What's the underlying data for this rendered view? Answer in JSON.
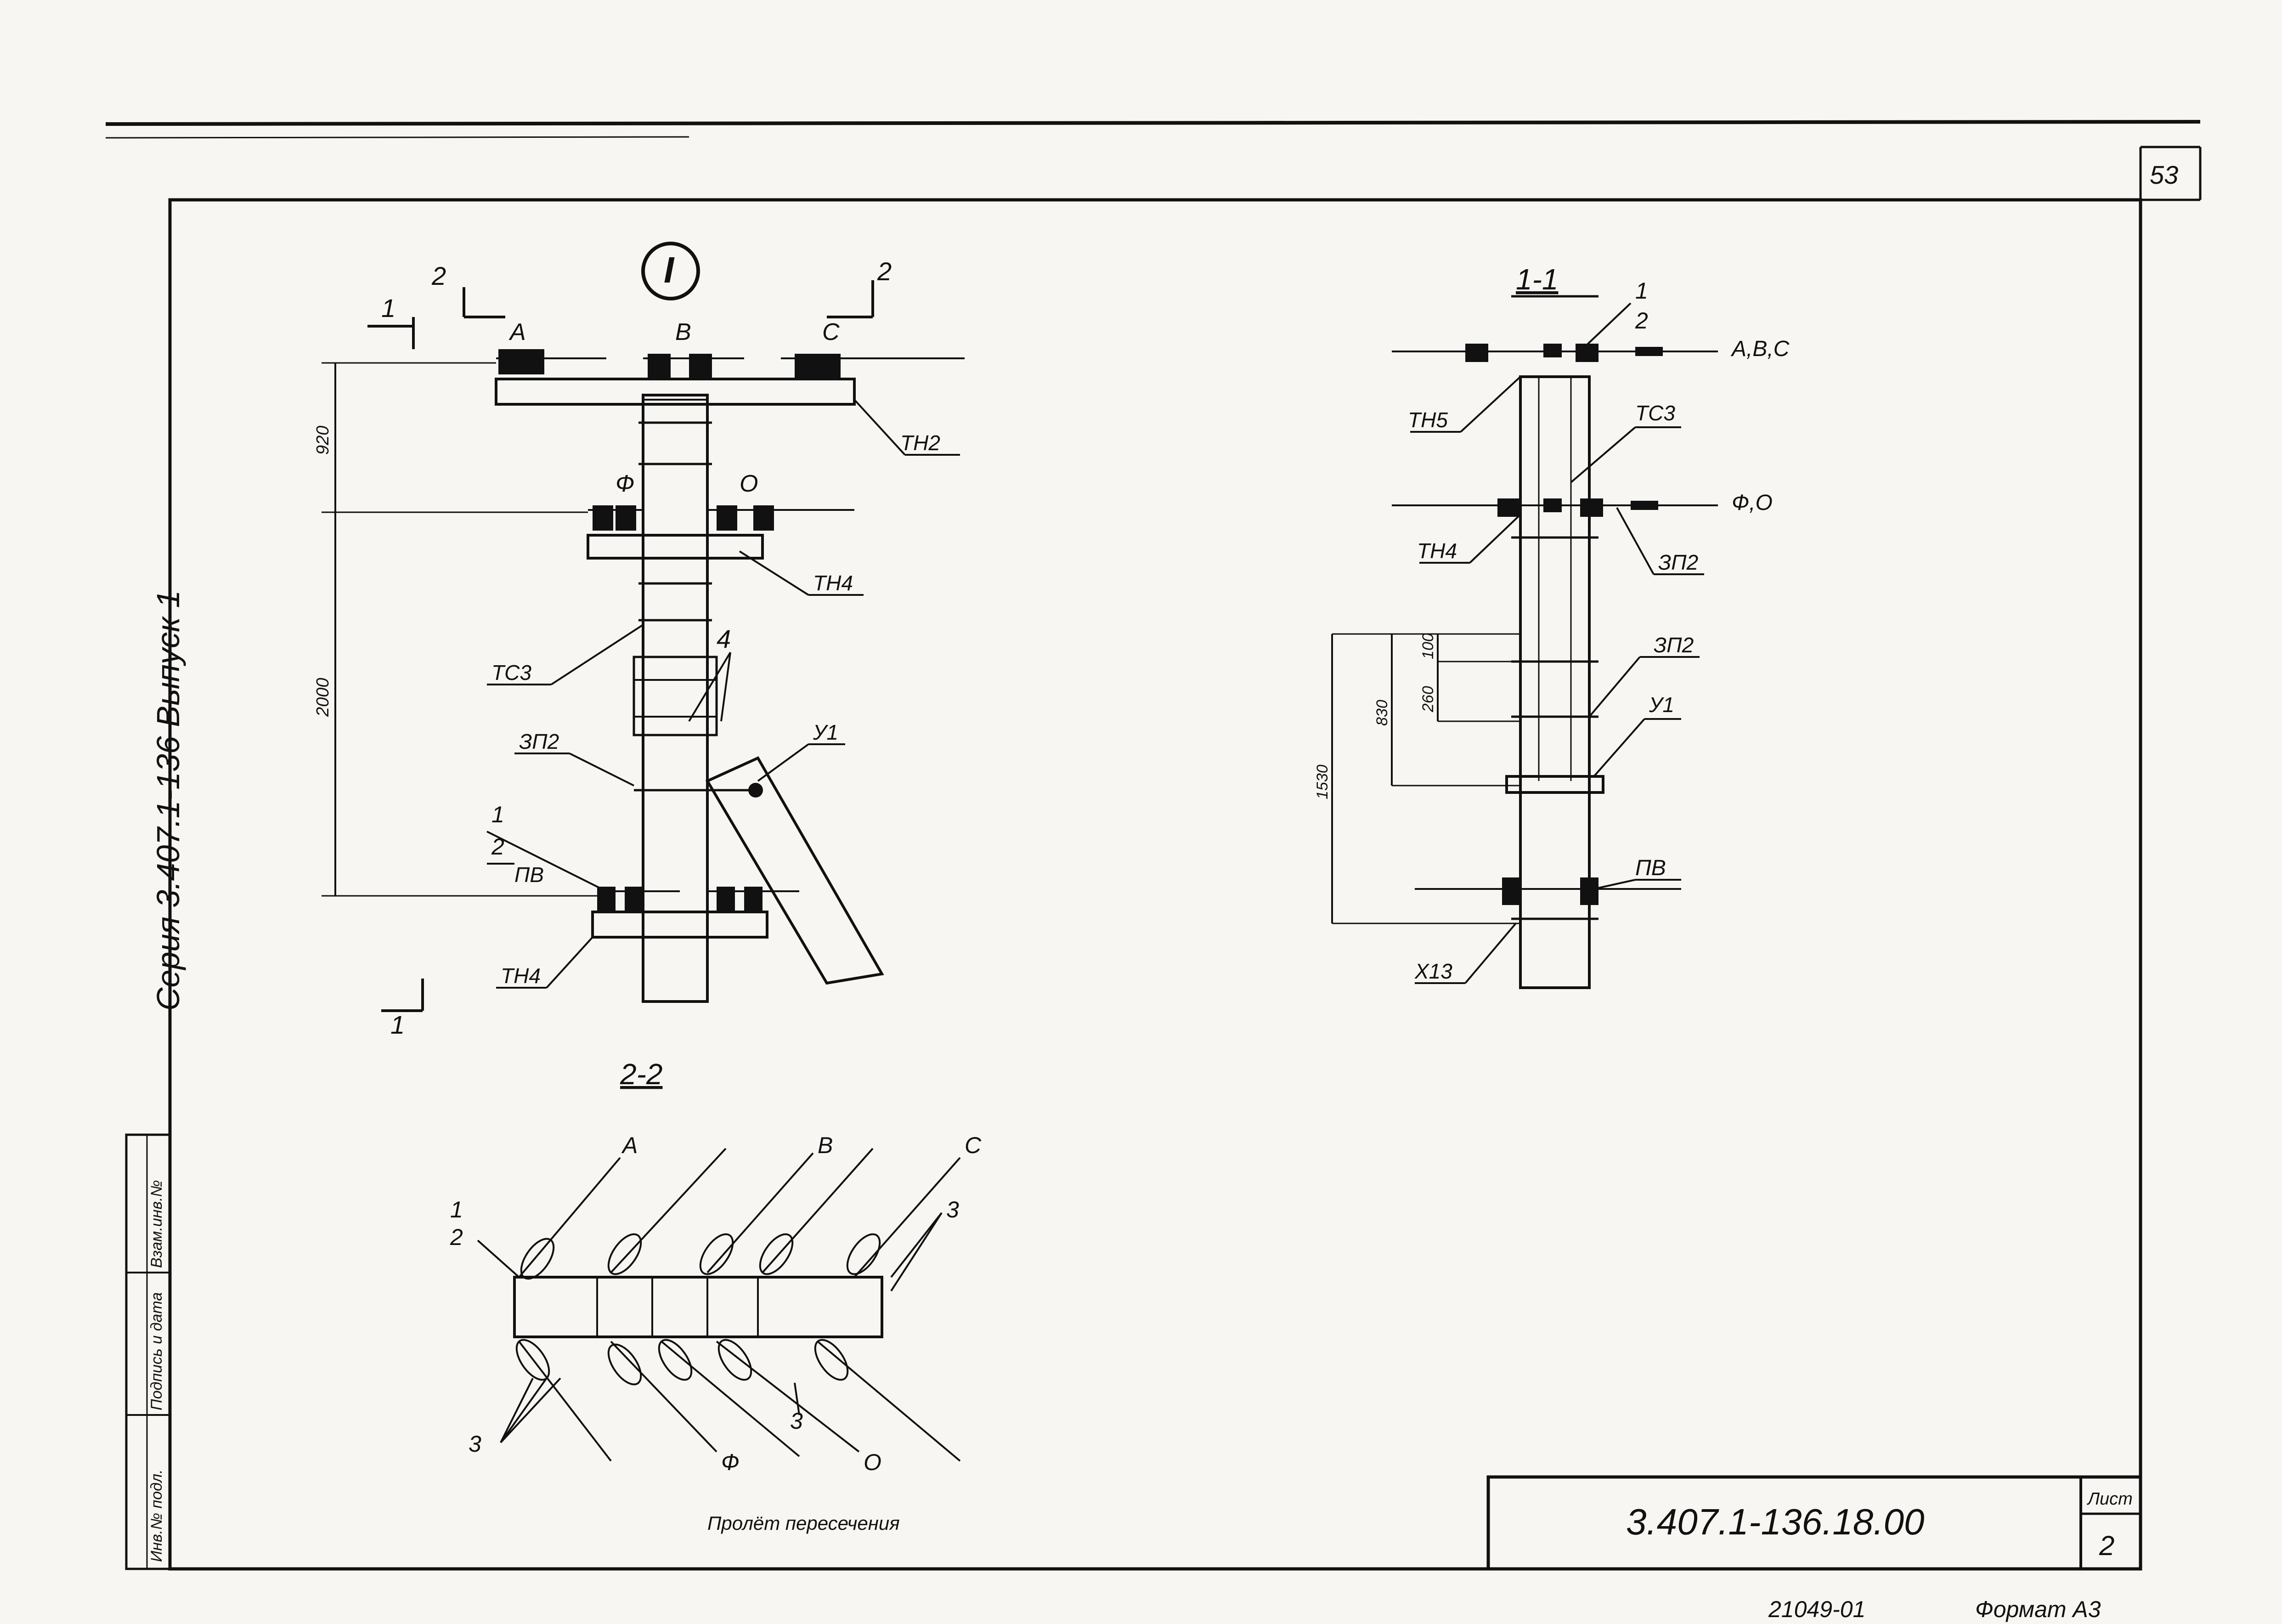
{
  "sheet_corner_number": "53",
  "side_text": "Серия 3.407.1-136 Выпуск 1",
  "side_stamp": {
    "col1": "Инв.№ подл.",
    "col2": "Подпись и дата",
    "col3": "Взам.инв.№"
  },
  "view_main": {
    "marker": "I",
    "phases_top": [
      "А",
      "В",
      "С"
    ],
    "phases_mid": [
      "Ф",
      "О"
    ],
    "bottom_label": "ПВ",
    "cut_labels": [
      "1",
      "2",
      "2",
      "1"
    ],
    "dims": [
      "920",
      "2000"
    ],
    "callouts": [
      "ТН2",
      "ТН4",
      "ТС3",
      "4",
      "ЗП2",
      "У1",
      "ТН4"
    ],
    "frac_num": "1",
    "frac_den": "2"
  },
  "view_1_1": {
    "title": "1-1",
    "right_labels": [
      "А,В,С",
      "Ф,О",
      "ПВ"
    ],
    "callouts": [
      "ТН5",
      "ТС3",
      "ТН4",
      "ЗП2",
      "ЗП2",
      "У1",
      "Х13"
    ],
    "dims": [
      "100",
      "260",
      "830",
      "1530"
    ],
    "frac_num": "1",
    "frac_den": "2"
  },
  "view_2_2": {
    "title": "2-2",
    "phases": [
      "А",
      "В",
      "С",
      "Ф",
      "О"
    ],
    "callouts": [
      "3",
      "3",
      "3"
    ],
    "frac_num": "1",
    "frac_den": "2",
    "caption": "Пролёт пересечения"
  },
  "title_block": {
    "doc_code": "3.407.1-136.18.00",
    "sheet_label": "Лист",
    "sheet_no": "2"
  },
  "footer": {
    "archive_no": "21049-01",
    "format": "Формат А3"
  }
}
